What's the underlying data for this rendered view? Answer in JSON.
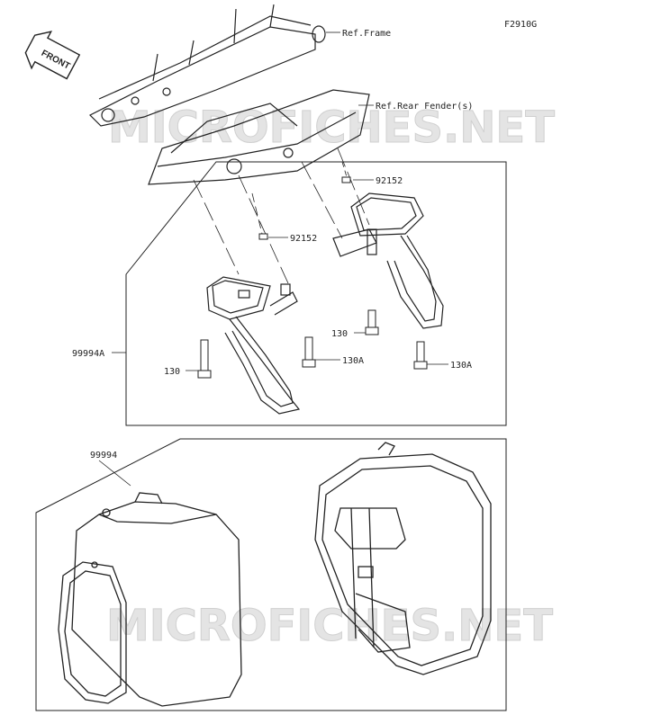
{
  "figure_code": "F2910G",
  "front_label": "FRONT",
  "references": {
    "frame": "Ref.Frame",
    "rear_fender": "Ref.Rear Fender(s)"
  },
  "parts": {
    "collar_left": "92152",
    "collar_right": "92152",
    "bracket_kit": "99994A",
    "bolt_130_left": "130",
    "bolt_130a_left": "130A",
    "bolt_130_right": "130",
    "bolt_130a_right": "130A",
    "saddlebag_kit": "99994"
  },
  "watermark": "MICROFICHES.NET"
}
